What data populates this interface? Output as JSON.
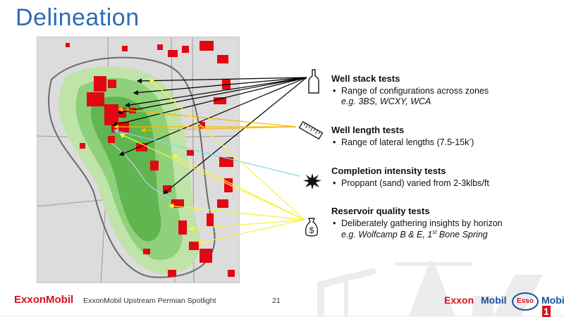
{
  "slide": {
    "title": "Delineation",
    "page_number": "21",
    "footer_text": "ExxonMobil Upstream Permian Spotlight",
    "logo_text": "ExxonMobil"
  },
  "legend": [
    {
      "heading": "Well stack tests",
      "bullet": "Range of configurations across zones",
      "example": "e.g. 3BS, WCXY, WCA",
      "icon": "bottle-icon",
      "arrow_color": "#000000"
    },
    {
      "heading": "Well length tests",
      "bullet": "Range of lateral lengths (7.5-15k’)",
      "icon": "ruler-icon",
      "arrow_color": "#f5b800"
    },
    {
      "heading": "Completion intensity tests",
      "bullet": "Proppant (sand) varied from 2-3klbs/ft",
      "icon": "burst-icon",
      "arrow_color": "#7fd8ea"
    },
    {
      "heading": "Reservoir quality tests",
      "bullet": "Deliberately gathering insights by horizon",
      "example_prefix": "e.g. Wolfcamp B & E, 1",
      "example_sup": "st",
      "example_suffix": " Bone Spring",
      "icon": "money-bag-icon",
      "arrow_color": "#f7f24a"
    }
  ],
  "brands": {
    "exxon": "Exxon",
    "mobil": "Mobil",
    "esso": "Esso",
    "mobil1": "Mobil",
    "mobil1_num": "1"
  },
  "colors": {
    "title": "#2e6db4",
    "acreage": "#e30613",
    "light_green": "#bfe3a8",
    "mid_green": "#8fd07a",
    "dark_green": "#5fb550"
  }
}
